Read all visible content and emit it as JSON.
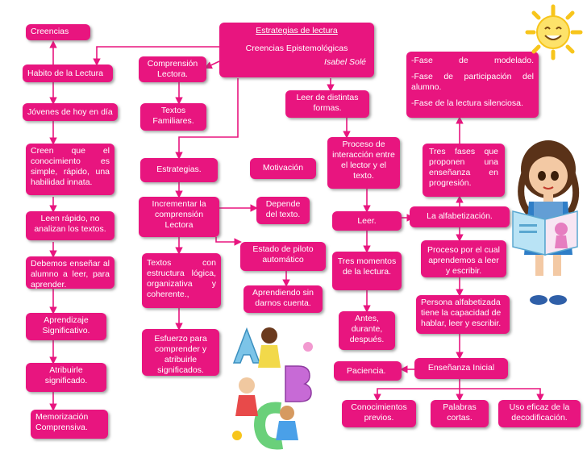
{
  "colors": {
    "box": "#e8157f",
    "text": "#ffffff",
    "line": "#e8157f"
  },
  "nodes": {
    "creencias": "Creencias",
    "habito": "Habito de la Lectura",
    "jovenes": "Jóvenes de hoy en día",
    "creen": "Creen que el conocimiento es simple, rápido, una habilidad innata.",
    "leen_rapido": "Leen rápido, no analizan los textos.",
    "debemos": "Debemos enseñar al alumno a leer, para aprender.",
    "aprendizaje": "Aprendizaje Significativo.",
    "atribuirle": "Atribuirle significado.",
    "memorizacion": "Memorización Comprensiva.",
    "title_line1": "Estrategias de lectura",
    "title_line2": "Creencias Epistemológicas",
    "title_line3": "Isabel Solé",
    "comprension": "Comprensión Lectora.",
    "textos_familiares": "Textos Familiares.",
    "leer_distintas": "Leer de distintas formas.",
    "estrategias": "Estrategias.",
    "motivacion": "Motivación",
    "incrementar": "Incrementar la comprensión Lectora",
    "depende": "Depende del texto.",
    "textos_logica": "Textos con estructura lógica, organizativa y coherente.,",
    "estado_piloto": "Estado de piloto automático",
    "aprendiendo": "Aprendiendo sin darnos cuenta.",
    "esfuerzo": "Esfuerzo para comprender y atribuirle significados.",
    "proceso_interaccion": "Proceso de interacción entre el lector y el texto.",
    "leer": "Leer.",
    "tres_momentos": "Tres momentos de la lectura.",
    "antes": "Antes, durante, después.",
    "paciencia": "Paciencia.",
    "fases": [
      "-Fase de modelado.",
      "-Fase de participación del alumno.",
      "-Fase de la lectura silenciosa."
    ],
    "tres_fases": "Tres fases que proponen una enseñanza en progresión.",
    "alfabetizacion": "La alfabetización.",
    "proceso_aprendemos": "Proceso por el cual aprendemos a leer y escribir.",
    "persona_alfabetizada": "Persona alfabetizada tiene la capacidad de hablar, leer y escribir.",
    "ensenanza_inicial": "Enseñanza Inicial",
    "conocimientos": "Conocimientos previos.",
    "palabras": "Palabras cortas.",
    "uso_eficaz": "Uso eficaz de la decodificación."
  },
  "decorations": [
    "sun-illustration",
    "girl-reading-illustration",
    "children-letters-illustration"
  ]
}
